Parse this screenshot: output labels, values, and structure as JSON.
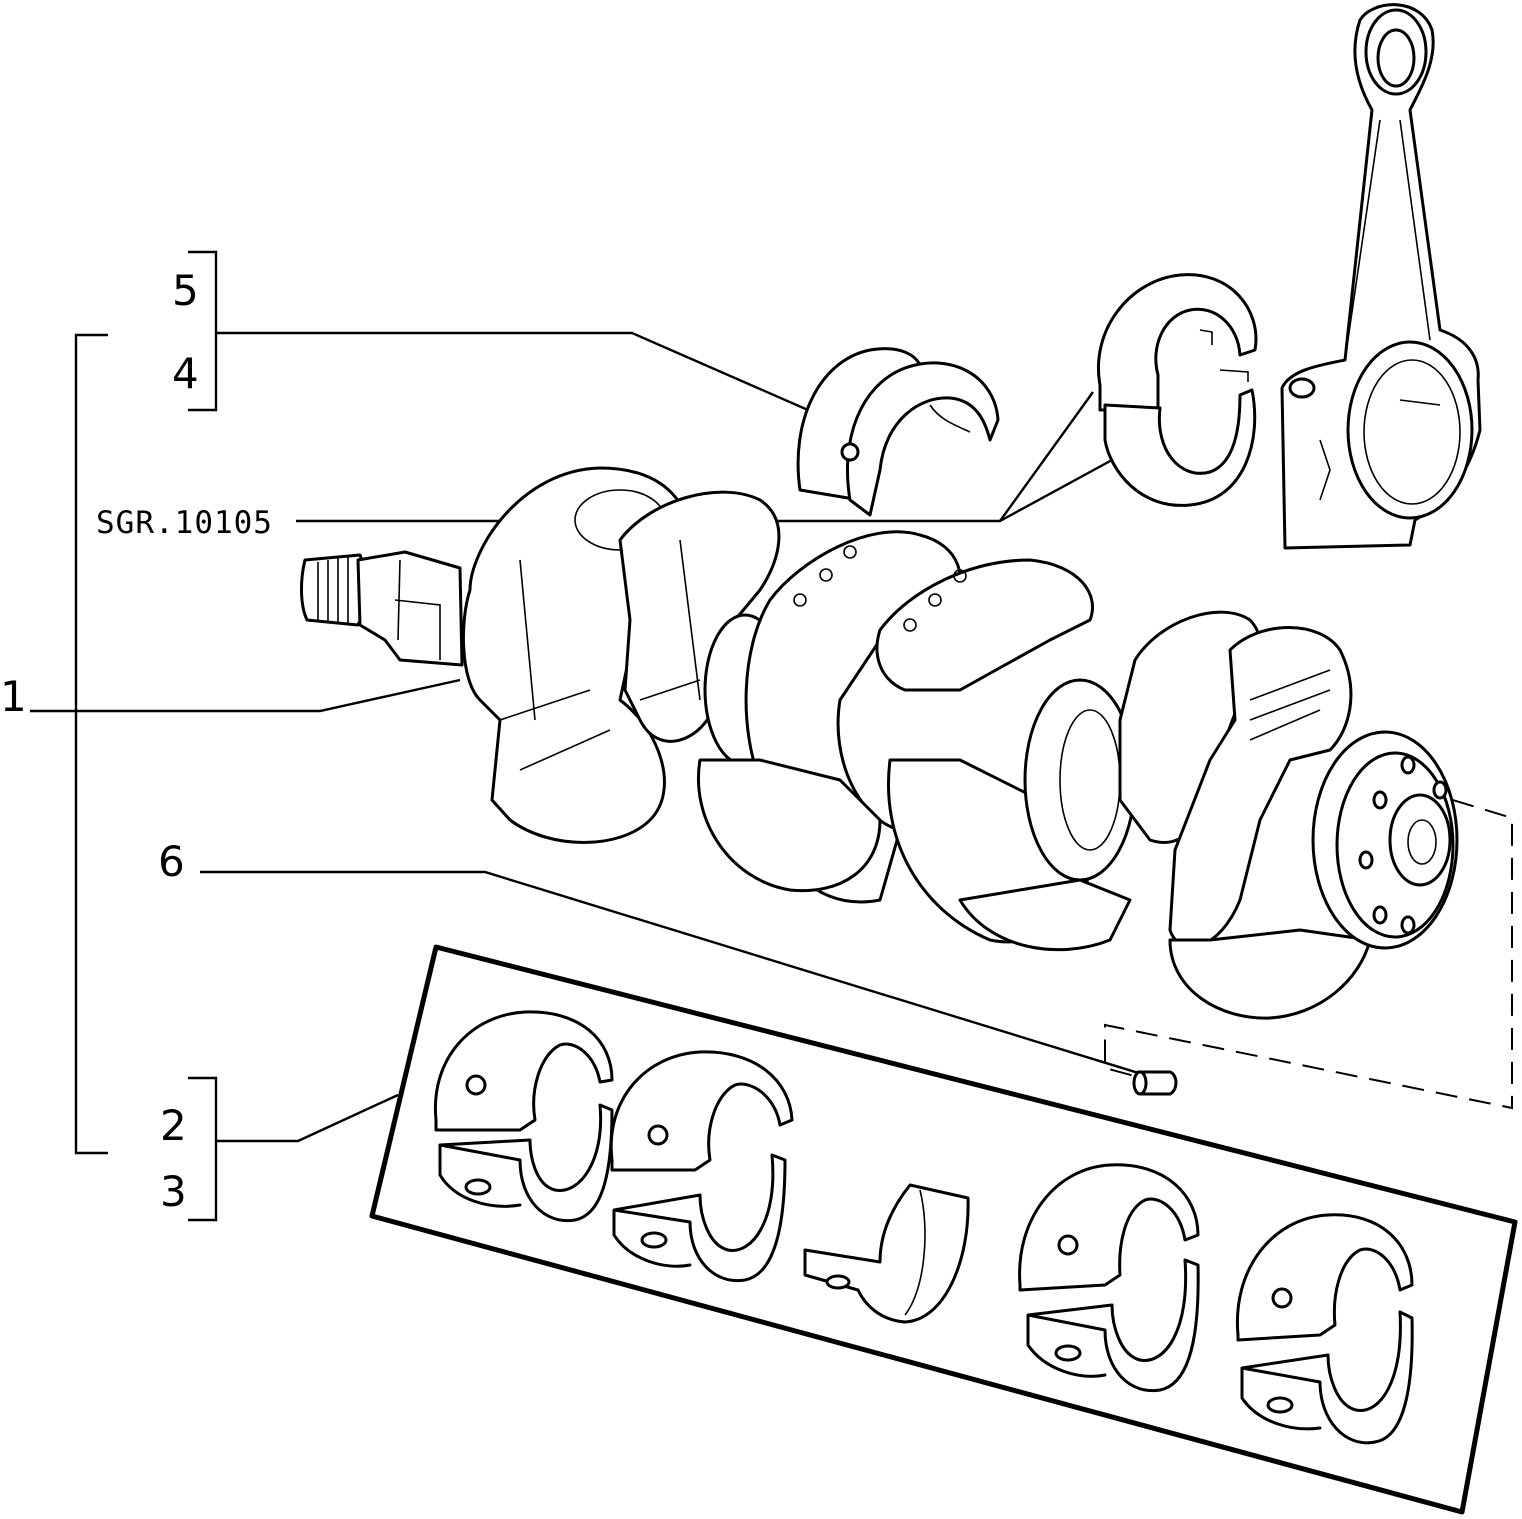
{
  "callouts": {
    "item_1": "1",
    "item_2": "2",
    "item_3": "3",
    "item_4": "4",
    "item_5": "5",
    "item_6": "6",
    "ref_code": "SGR.10105"
  }
}
